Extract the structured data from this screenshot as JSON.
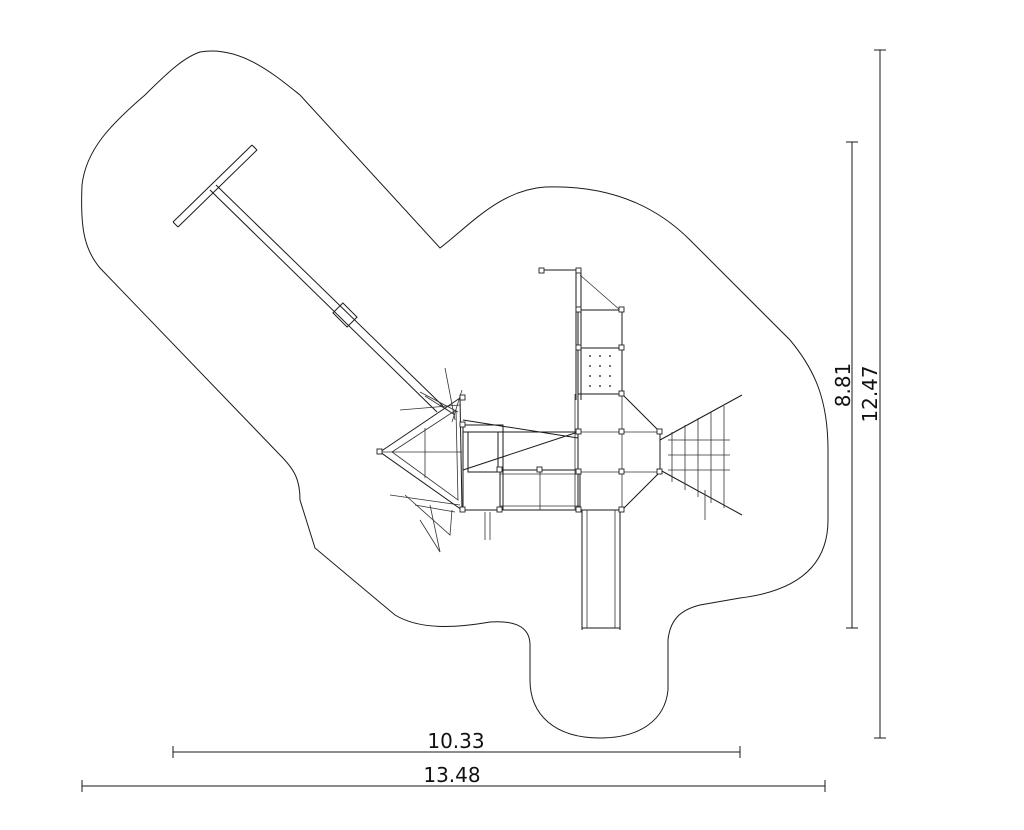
{
  "dimensions": {
    "horizontal_inner": "10.33",
    "horizontal_outer": "13.48",
    "vertical_inner": "8.81",
    "vertical_outer": "12.47"
  },
  "colors": {
    "line": "#1a1a1a",
    "background": "#ffffff"
  }
}
